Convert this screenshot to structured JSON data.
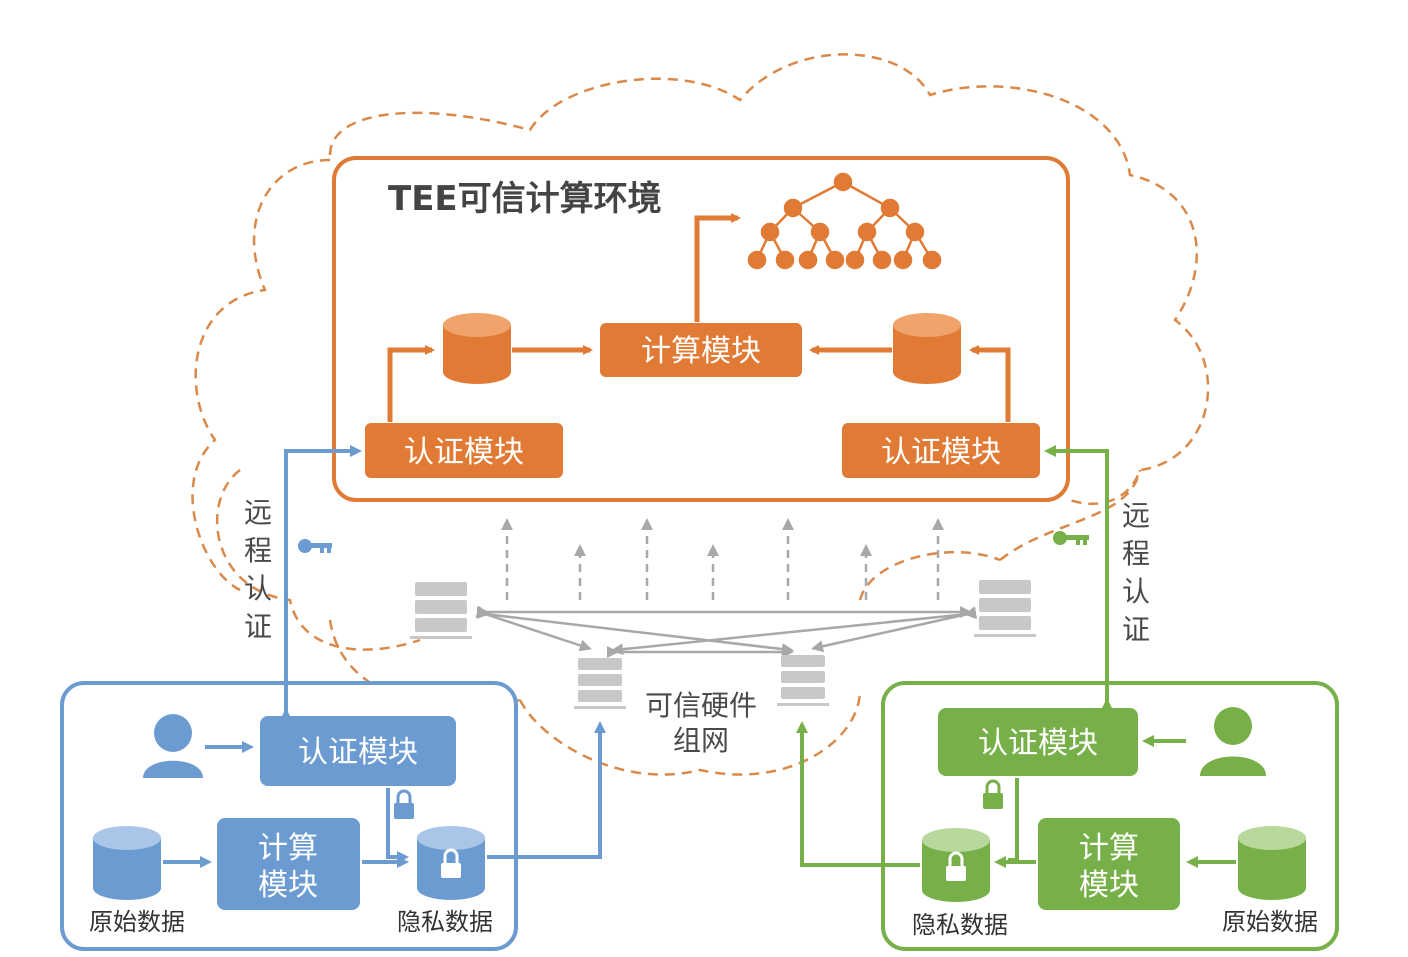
{
  "diagram": {
    "tee_title": "TEE可信计算环境",
    "compute_module": "计算模块",
    "auth_module": "认证模块",
    "remote_attestation": [
      "远",
      "程",
      "认",
      "证"
    ],
    "trusted_hw_network": [
      "可信硬件",
      "组网"
    ],
    "left_party": {
      "auth_module": "认证模块",
      "compute_module": [
        "计算",
        "模块"
      ],
      "raw_data": "原始数据",
      "private_data": "隐私数据",
      "color": "#6b9bd1"
    },
    "right_party": {
      "auth_module": "认证模块",
      "compute_module": [
        "计算",
        "模块"
      ],
      "raw_data": "原始数据",
      "private_data": "隐私数据",
      "color": "#77b048"
    },
    "colors": {
      "tee_orange": "#e07a34",
      "blue": "#6b9bd1",
      "green": "#77b048",
      "gray": "#a8a8a8"
    },
    "icons": [
      "cloud-outline",
      "database-icon",
      "tree-model-icon",
      "server-icon",
      "user-icon",
      "lock-icon",
      "key-icon"
    ]
  }
}
